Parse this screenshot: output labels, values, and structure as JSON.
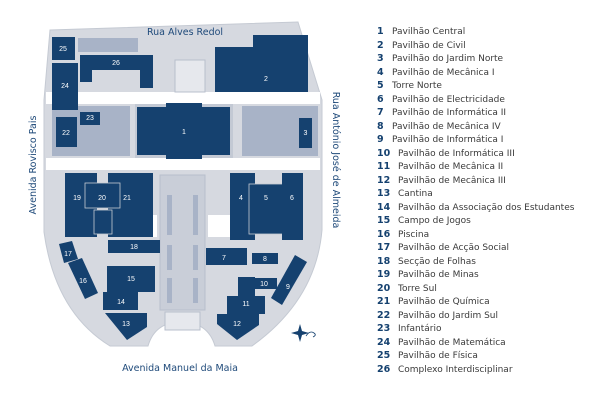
{
  "colors": {
    "building": "#15416f",
    "ground": "#d6d9e0",
    "garden": "#a8b3c7",
    "street_text": "#1f4a7a"
  },
  "streets": {
    "north": "Rua Alves Redol",
    "south": "Avenida Manuel da Maia",
    "west": "Avenida Rovisco Pais",
    "east": "Rua António José de Almeida"
  },
  "compass_icon": "compass-rose-icon",
  "legend": [
    {
      "n": "1",
      "label": "Pavilhão Central"
    },
    {
      "n": "2",
      "label": "Pavilhão de Civil"
    },
    {
      "n": "3",
      "label": "Pavilhão do Jardim Norte"
    },
    {
      "n": "4",
      "label": "Pavilhão de Mecânica I"
    },
    {
      "n": "5",
      "label": "Torre Norte"
    },
    {
      "n": "6",
      "label": "Pavilhão de Electricidade"
    },
    {
      "n": "7",
      "label": "Pavilhão de Informática II"
    },
    {
      "n": "8",
      "label": "Pavilhão de Mecânica IV"
    },
    {
      "n": "9",
      "label": "Pavilhão de Informática I"
    },
    {
      "n": "10",
      "label": "Pavilhão de Informática III"
    },
    {
      "n": "11",
      "label": "Pavilhão de Mecânica II"
    },
    {
      "n": "12",
      "label": "Pavilhão de Mecânica III"
    },
    {
      "n": "13",
      "label": "Cantina"
    },
    {
      "n": "14",
      "label": "Pavilhão da Associação dos Estudantes"
    },
    {
      "n": "15",
      "label": "Campo de Jogos"
    },
    {
      "n": "16",
      "label": "Piscina"
    },
    {
      "n": "17",
      "label": "Pavilhão de Acção Social"
    },
    {
      "n": "18",
      "label": "Secção de Folhas"
    },
    {
      "n": "19",
      "label": "Pavilhão de Minas"
    },
    {
      "n": "20",
      "label": "Torre Sul"
    },
    {
      "n": "21",
      "label": "Pavilhão de Química"
    },
    {
      "n": "22",
      "label": "Pavilhão do Jardim Sul"
    },
    {
      "n": "23",
      "label": "Infantário"
    },
    {
      "n": "24",
      "label": "Pavilhão de Matemática"
    },
    {
      "n": "25",
      "label": "Pavilhão de Física"
    },
    {
      "n": "26",
      "label": "Complexo Interdisciplinar"
    }
  ]
}
